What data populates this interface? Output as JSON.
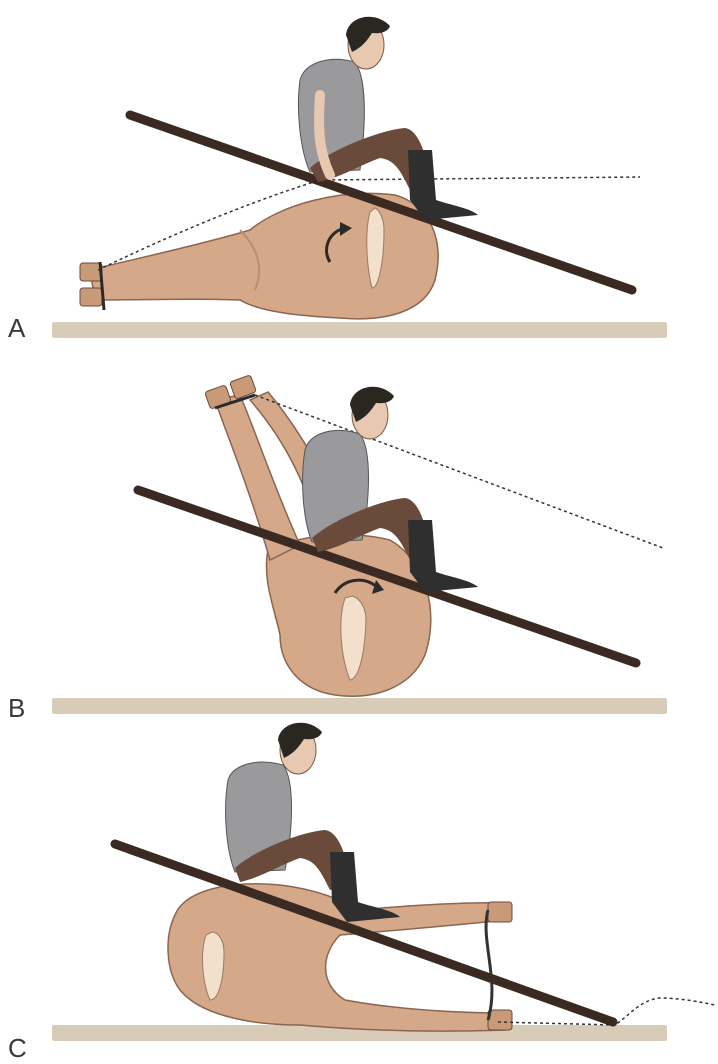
{
  "panels": [
    {
      "label": "A"
    },
    {
      "label": "B"
    },
    {
      "label": "C"
    }
  ],
  "colors": {
    "ground": "#d8ccb8",
    "horse": "#d4a888",
    "horse_shade": "#b98f70",
    "pole": "#3b2a22",
    "shirt": "#9a9a9c",
    "trousers": "#6a4a3a",
    "boot": "#2f2f2f",
    "hair": "#2a2620",
    "skin": "#e8c8b0"
  }
}
